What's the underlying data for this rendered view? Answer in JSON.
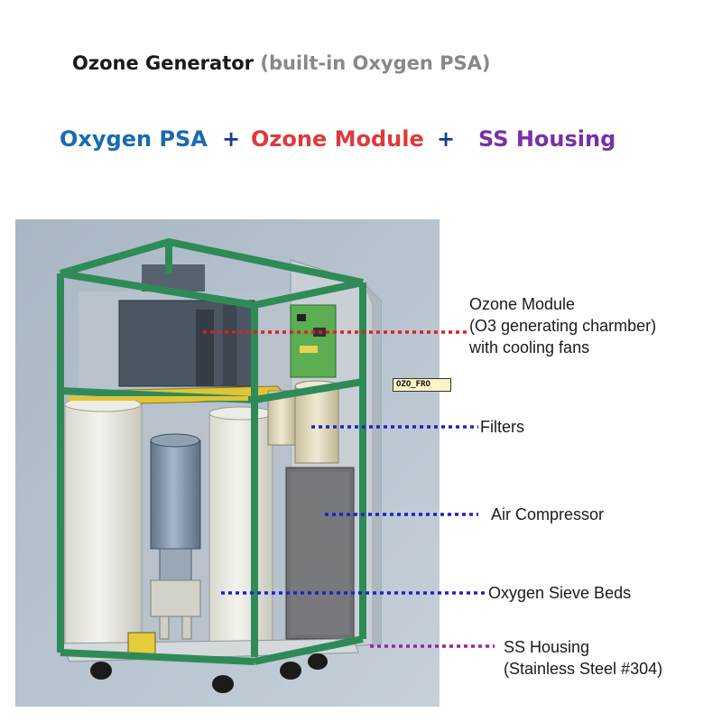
{
  "title": {
    "main": "Ozone Generator",
    "sub": "(built-in Oxygen PSA)"
  },
  "formula": {
    "parts": [
      "Oxygen PSA",
      "Ozone Module",
      "SS Housing"
    ],
    "plus": "+",
    "colors": [
      "#1a6ab0",
      "#dd3b3b",
      "#7a2fa8"
    ],
    "plus_color": "#1a3c8c"
  },
  "labels": {
    "ozone_module": [
      "Ozone Module",
      "(O3 generating charmber)",
      "with cooling fans"
    ],
    "filters": "Filters",
    "air_compressor": "Air Compressor",
    "oxygen_sieve_beds": "Oxygen Sieve  Beds",
    "ss_housing": [
      "SS Housing",
      "(Stainless Steel #304)"
    ]
  },
  "model_tag": "OZO_FRO",
  "leader_colors": {
    "red": "#dd2020",
    "blue": "#2020c8",
    "purple": "#a01ea0"
  },
  "frame_color": "#2e8b57"
}
